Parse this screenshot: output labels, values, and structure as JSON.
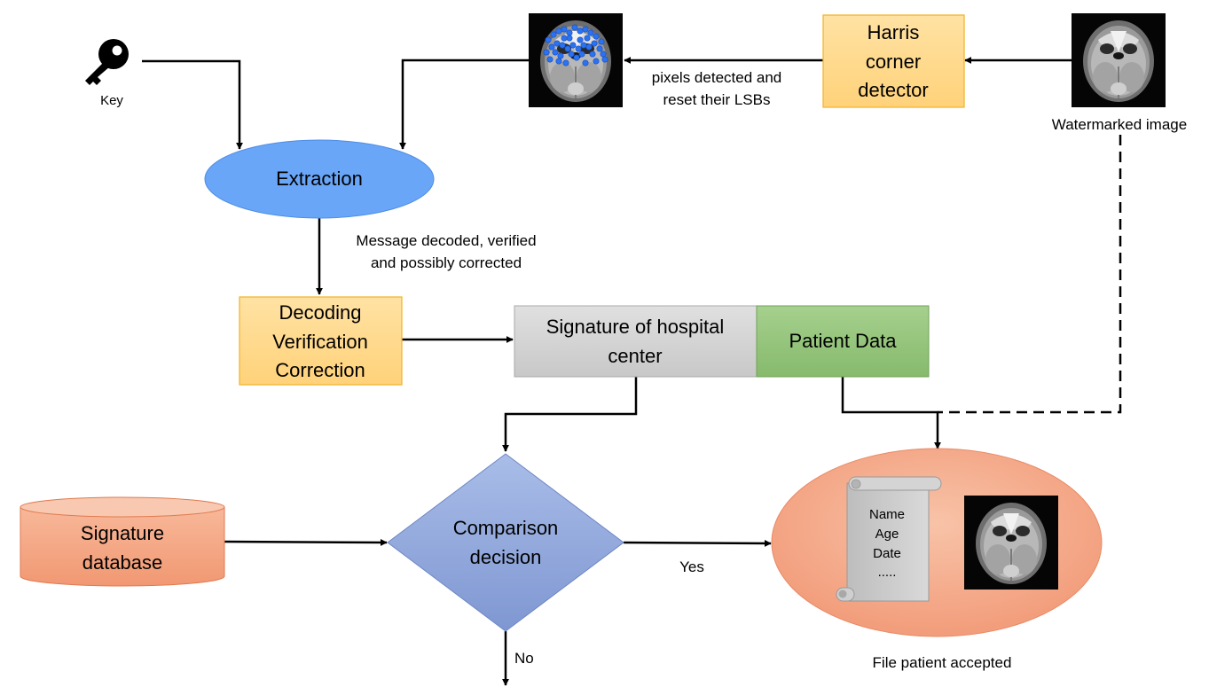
{
  "nodes": {
    "key_label": "Key",
    "extraction": "Extraction",
    "harris": [
      "Harris",
      "corner",
      "detector"
    ],
    "watermarked_label": "Watermarked image",
    "pixels_label": [
      "pixels detected and",
      "reset their LSBs"
    ],
    "message_label": [
      "Message decoded, verified",
      "and possibly corrected"
    ],
    "decoding": [
      "Decoding",
      "Verification",
      "Correction"
    ],
    "signature_center": [
      "Signature of hospital",
      "center"
    ],
    "patient_data": "Patient Data",
    "signature_db": [
      "Signature",
      "database"
    ],
    "comparison": [
      "Comparison",
      "decision"
    ],
    "yes": "Yes",
    "no": "No",
    "scroll_fields": [
      "Name",
      "Age",
      "Date",
      "....."
    ],
    "file_accepted": "File patient accepted"
  },
  "icons": {
    "key": "key-icon",
    "mri": "mri-brain-image",
    "mri_corners": "mri-brain-corners-image",
    "scroll": "document-scroll-icon",
    "database": "database-cylinder-icon"
  },
  "colors": {
    "extraction_fill": "#6aa6f7",
    "yellow_fill": "#ffd98a",
    "yellow_stroke": "#f2b632",
    "gray_fill": "#d6d6d6",
    "green_fill": "#94c47c",
    "orange_fill": "#f5a888",
    "diamond_fill": "#8ea6dc",
    "corner_dots": "#2a72f0"
  }
}
